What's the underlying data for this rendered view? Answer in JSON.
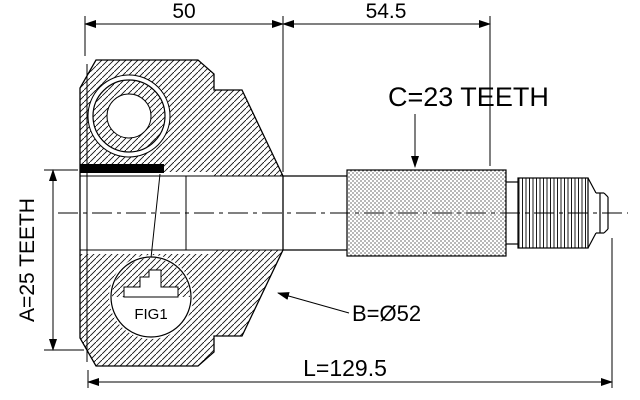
{
  "drawing": {
    "dimensions": {
      "top_left": "50",
      "top_right": "54.5",
      "overall_length": "L=129.5",
      "outer_diameter": "B=Ø52",
      "inner_spline": "A=25 TEETH",
      "outer_spline": "C=23 TEETH"
    },
    "figure_label": "FIG1",
    "colors": {
      "line": "#000000",
      "background": "#ffffff"
    }
  }
}
